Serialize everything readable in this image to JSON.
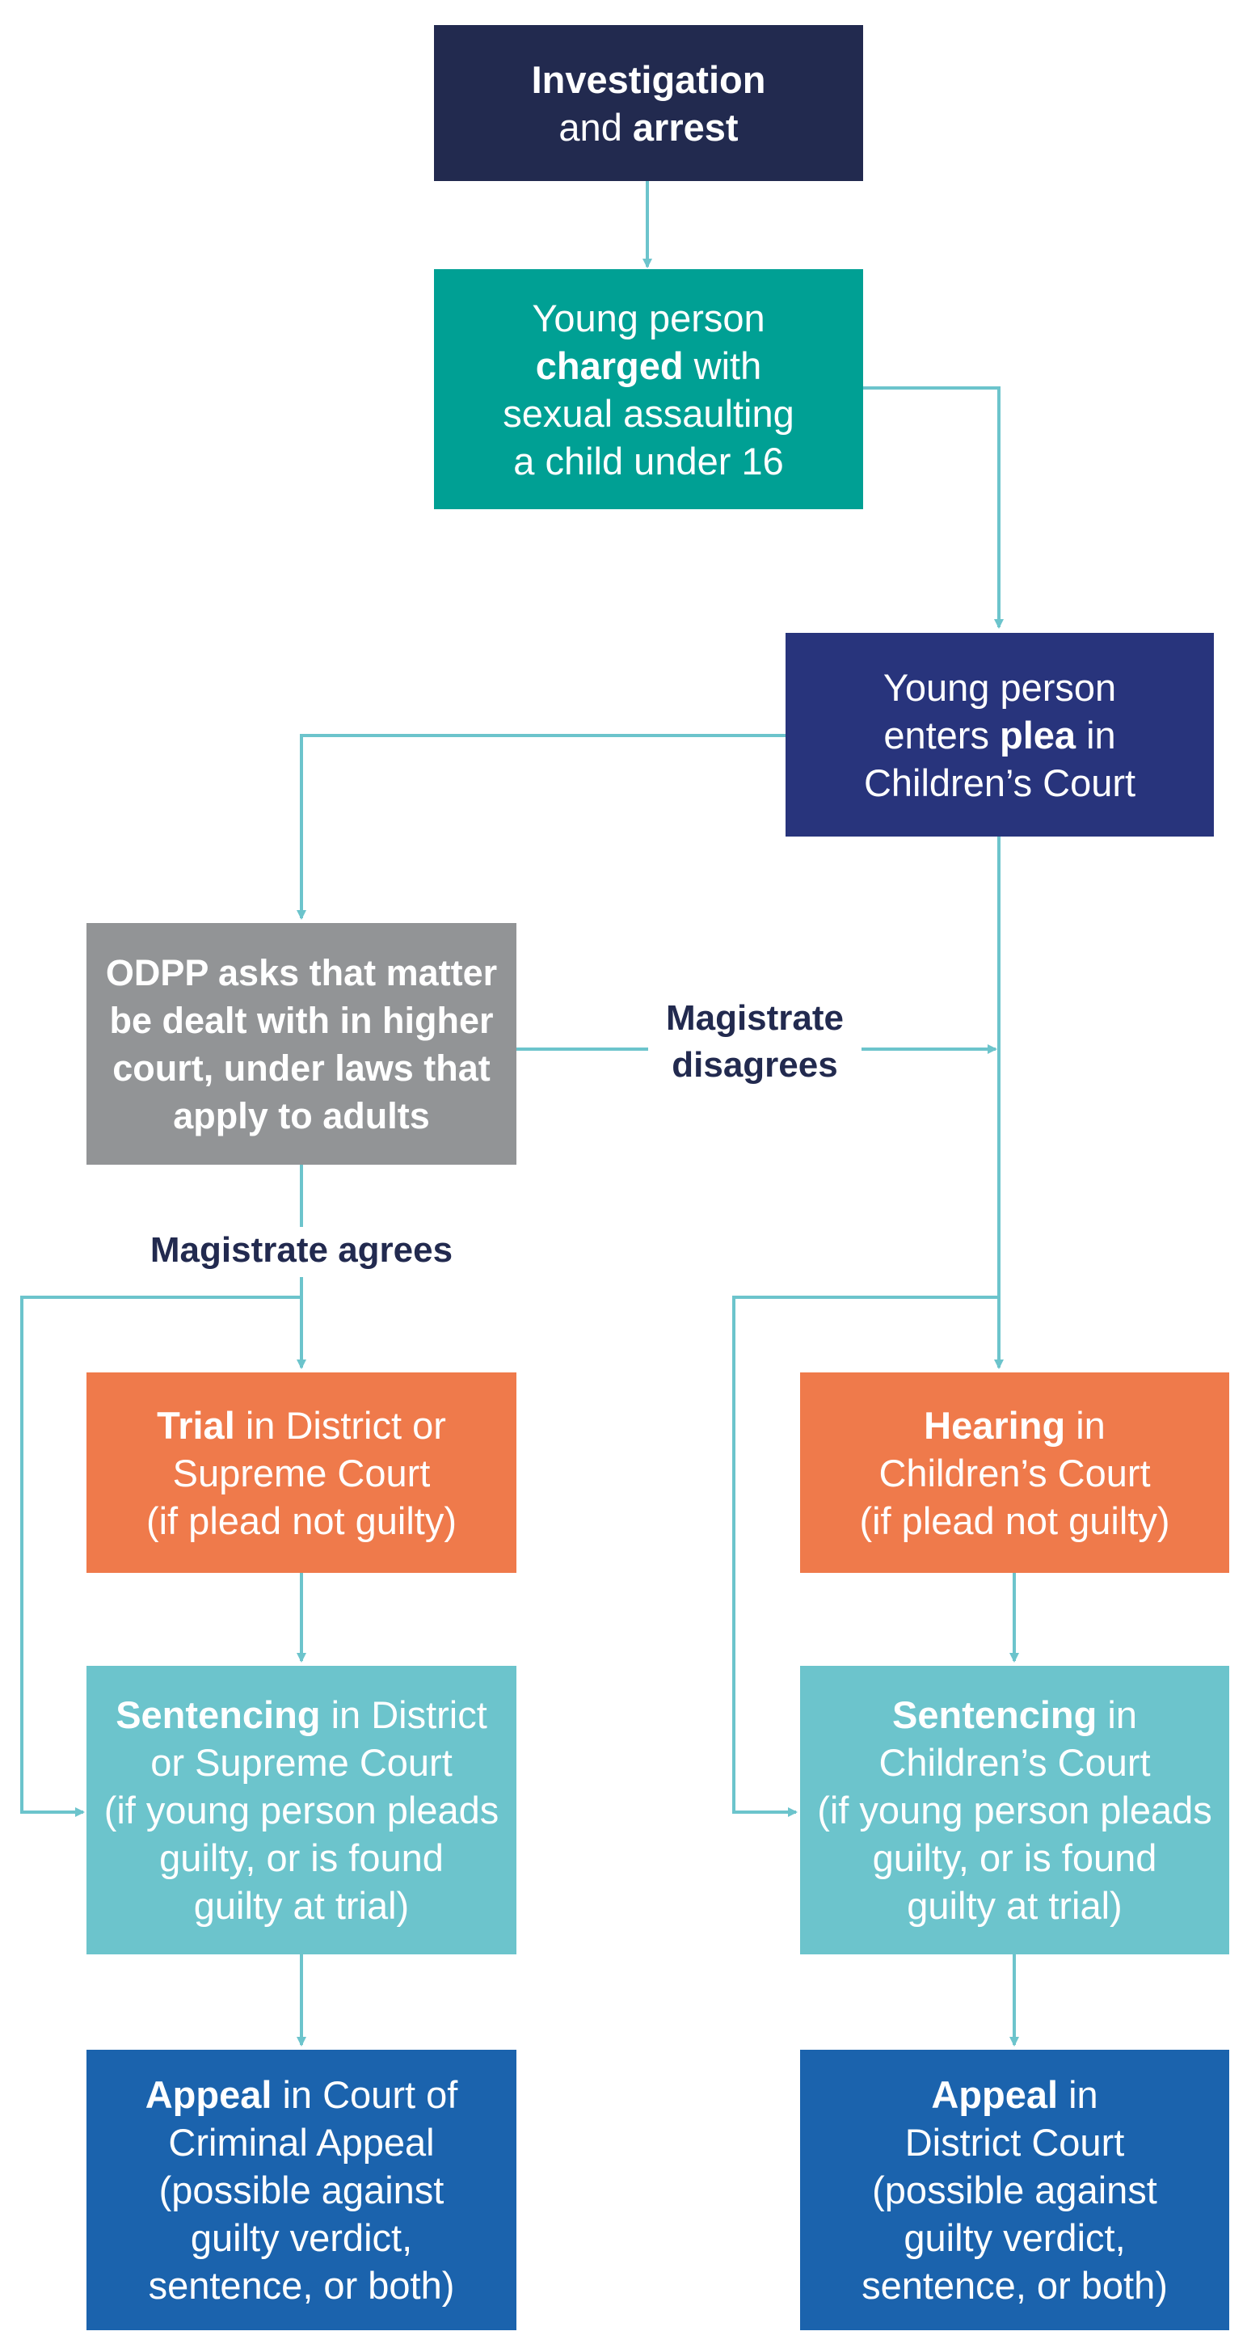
{
  "diagram": {
    "colors": {
      "connector": "#6cc4cc",
      "investigation": "#222a4f",
      "charged": "#00a094",
      "plea": "#28347c",
      "odpp": "#929496",
      "trial_hearing": "#ef7a4b",
      "sentencing": "#6cc4cc",
      "appeal": "#1b63ad",
      "label_text": "#222a4f"
    },
    "nodes": {
      "investigation": {
        "l1_bold": "Investigation",
        "l2_pre": "and ",
        "l2_bold": "arrest"
      },
      "charged": {
        "l1": "Young person",
        "l2_bold": "charged",
        "l2_post": " with",
        "l3": "sexual assaulting",
        "l4": "a child under 16"
      },
      "plea": {
        "l1": "Young person",
        "l2_pre": "enters ",
        "l2_bold": "plea",
        "l2_post": " in",
        "l3": "Children’s Court"
      },
      "odpp": {
        "l1": "ODPP asks that matter",
        "l2": "be dealt with in higher",
        "l3": "court, under laws that",
        "l4": "apply to adults"
      },
      "trial": {
        "l1_bold": "Trial",
        "l1_post": " in District or",
        "l2": "Supreme Court",
        "l3": "(if plead not guilty)"
      },
      "hearing": {
        "l1_bold": "Hearing",
        "l1_post": " in",
        "l2": "Children’s Court",
        "l3": "(if plead not guilty)"
      },
      "sentencing_left": {
        "l1_bold": "Sentencing",
        "l1_post": " in District",
        "l2": "or Supreme Court",
        "l3": "(if young person pleads",
        "l4": "guilty, or is found",
        "l5": "guilty at trial)"
      },
      "sentencing_right": {
        "l1_bold": "Sentencing",
        "l1_post": " in",
        "l2": "Children’s Court",
        "l3": "(if young person pleads",
        "l4": "guilty, or is found",
        "l5": "guilty at trial)"
      },
      "appeal_left": {
        "l1_bold": "Appeal",
        "l1_post": " in Court of",
        "l2": "Criminal Appeal",
        "l3": "(possible against",
        "l4": "guilty verdict,",
        "l5": "sentence, or both)"
      },
      "appeal_right": {
        "l1_bold": "Appeal",
        "l1_post": " in",
        "l2": "District Court",
        "l3": "(possible against",
        "l4": "guilty verdict,",
        "l5": "sentence, or both)"
      }
    },
    "labels": {
      "magistrate_disagrees_1": "Magistrate",
      "magistrate_disagrees_2": "disagrees",
      "magistrate_agrees": "Magistrate agrees"
    }
  }
}
